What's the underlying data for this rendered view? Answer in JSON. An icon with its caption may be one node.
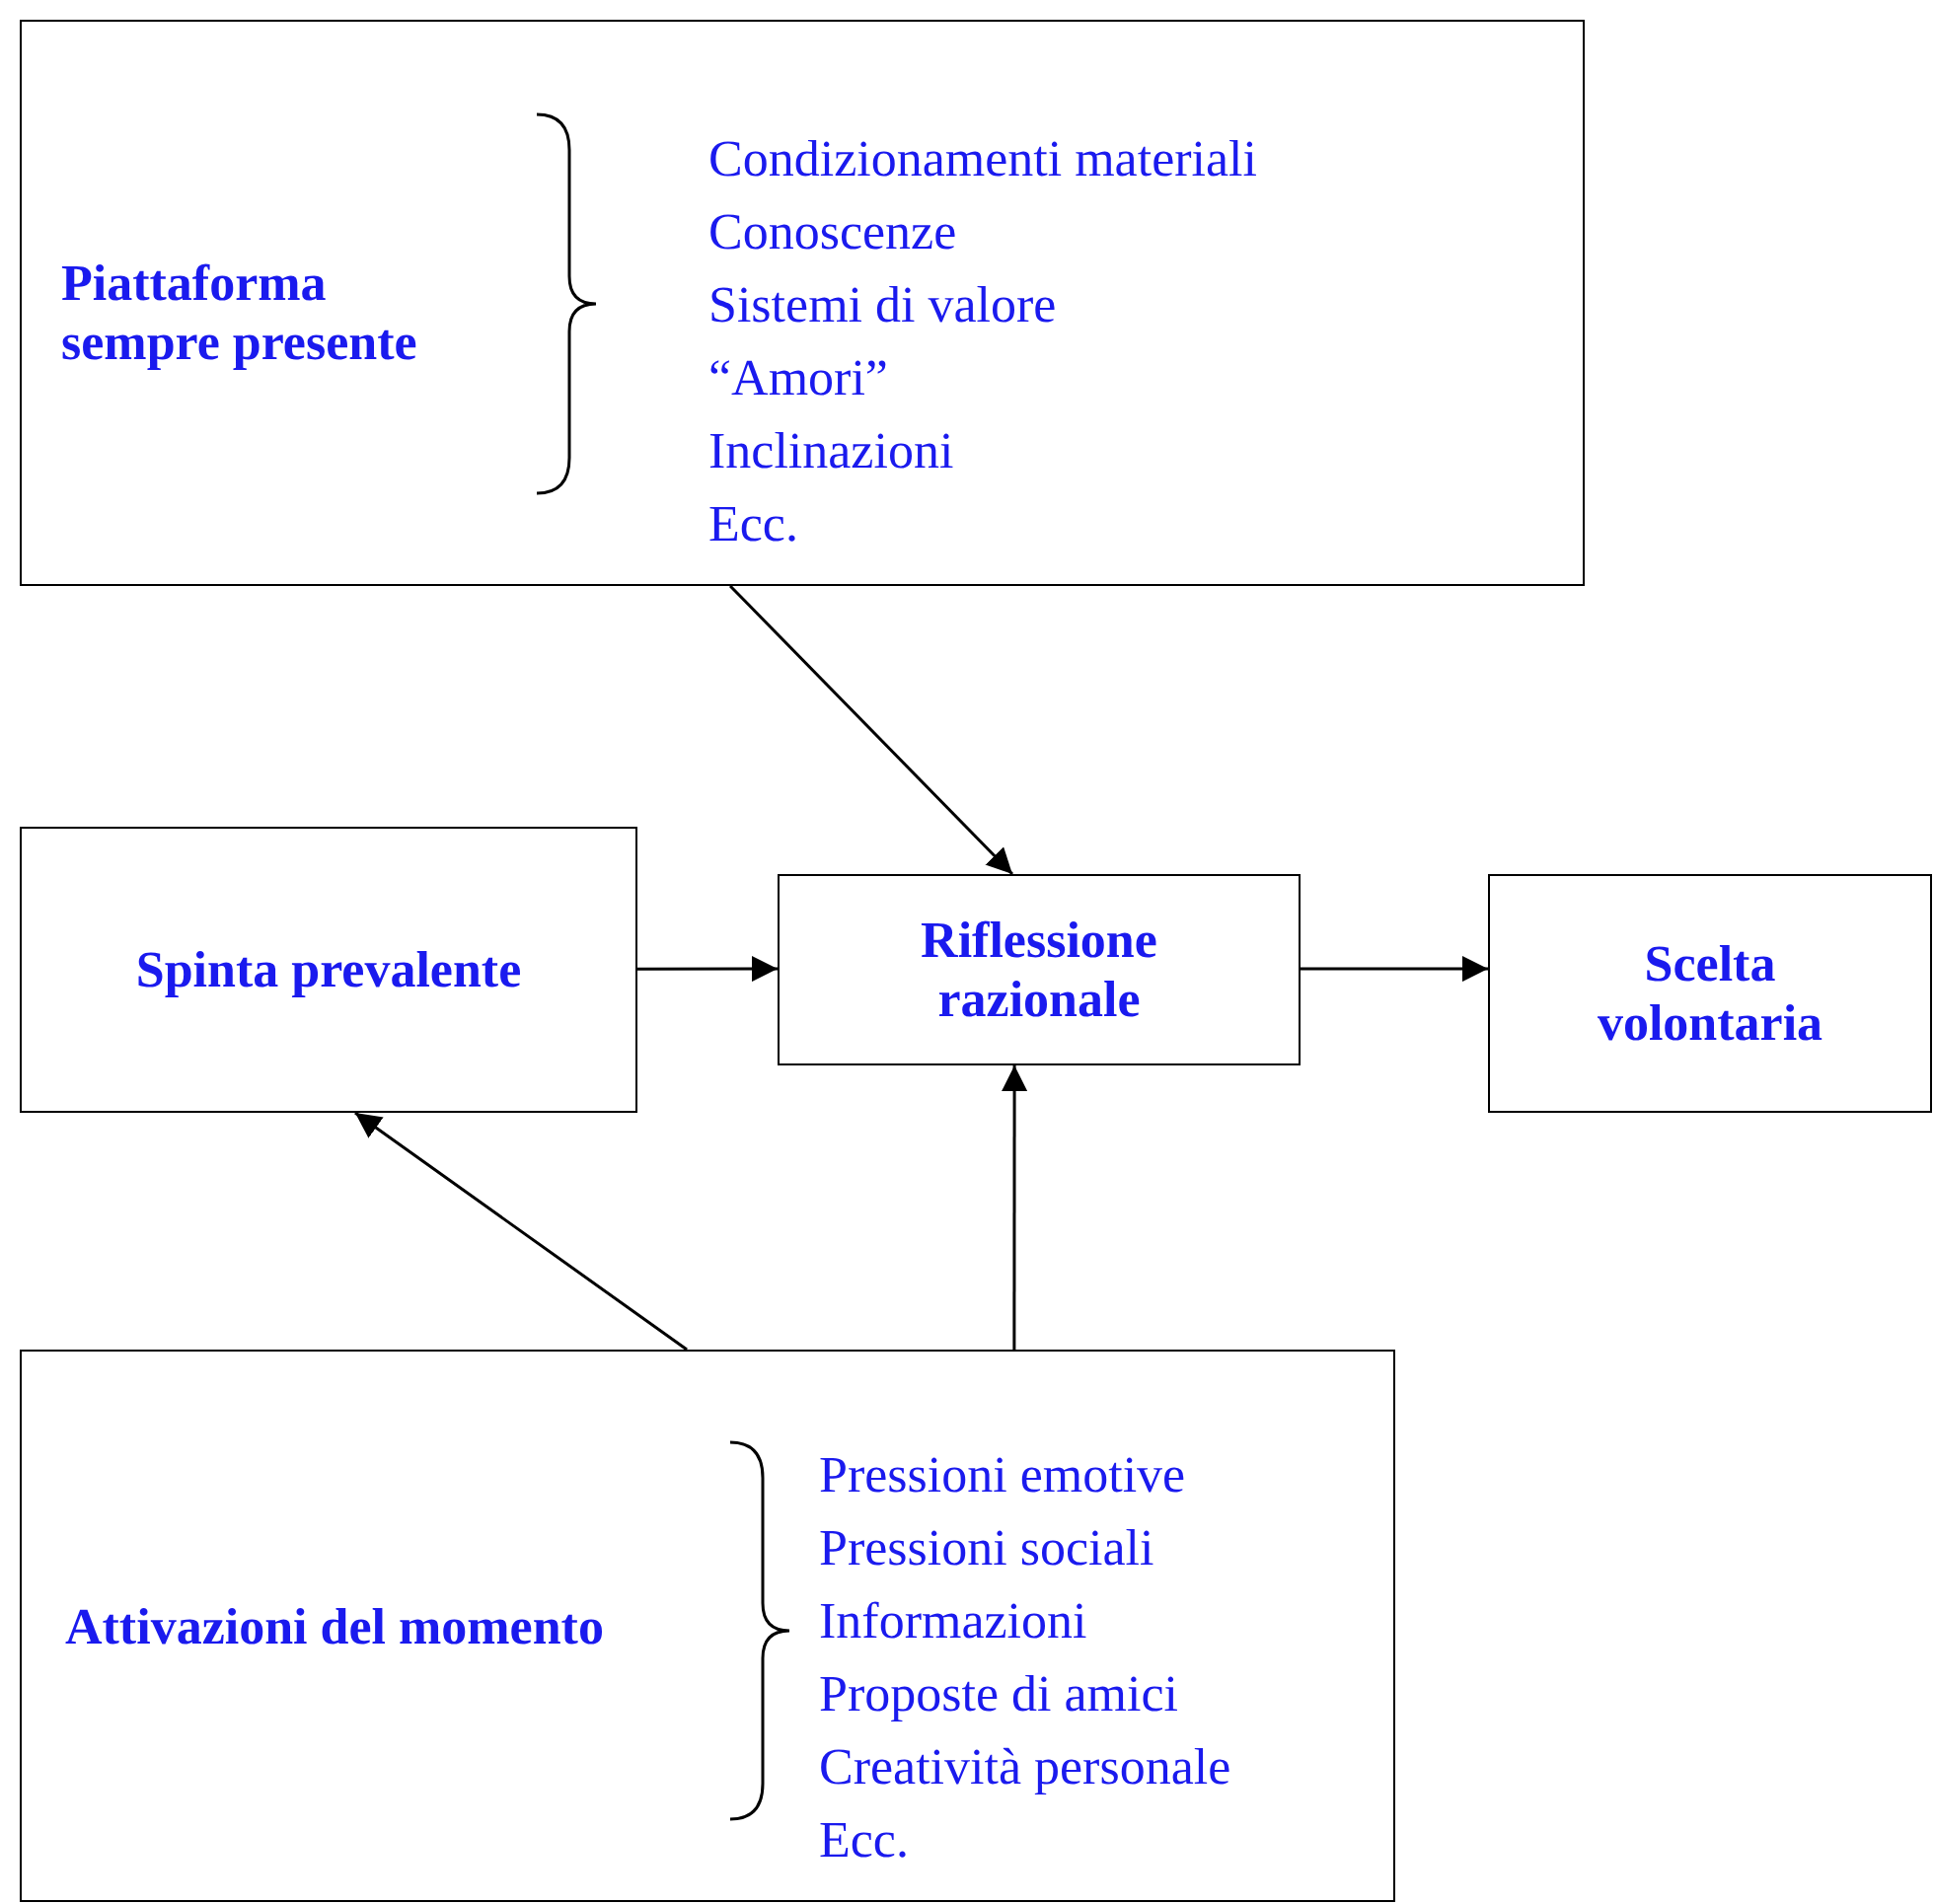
{
  "diagram": {
    "nodes": [
      {
        "text": [
          "Piattaforma sempre presente",
          "Condizionamenti materiali",
          "Conoscenze",
          "Sistemi di valore",
          "“Amori”",
          "Inclinazioni",
          "Ecc."
        ]
      },
      {
        "text": [
          "Spinta prevalente"
        ]
      },
      {
        "text": [
          "Riflessione razionale"
        ]
      },
      {
        "text": [
          "Scelta volontaria"
        ]
      },
      {
        "text": [
          "Attivazioni del momento",
          "Pressioni emotive",
          "Pressioni sociali",
          "Informazioni",
          "Proposte di amici",
          "Creatività personale",
          "Ecc."
        ]
      }
    ],
    "edges": [
      {
        "from": 0,
        "to": 2,
        "arrow": "to"
      },
      {
        "from": 1,
        "to": 2,
        "arrow": "to"
      },
      {
        "from": 2,
        "to": 3,
        "arrow": "to"
      },
      {
        "from": 4,
        "to": 1,
        "arrow": "to"
      },
      {
        "from": 4,
        "to": 2,
        "arrow": "to"
      }
    ]
  }
}
